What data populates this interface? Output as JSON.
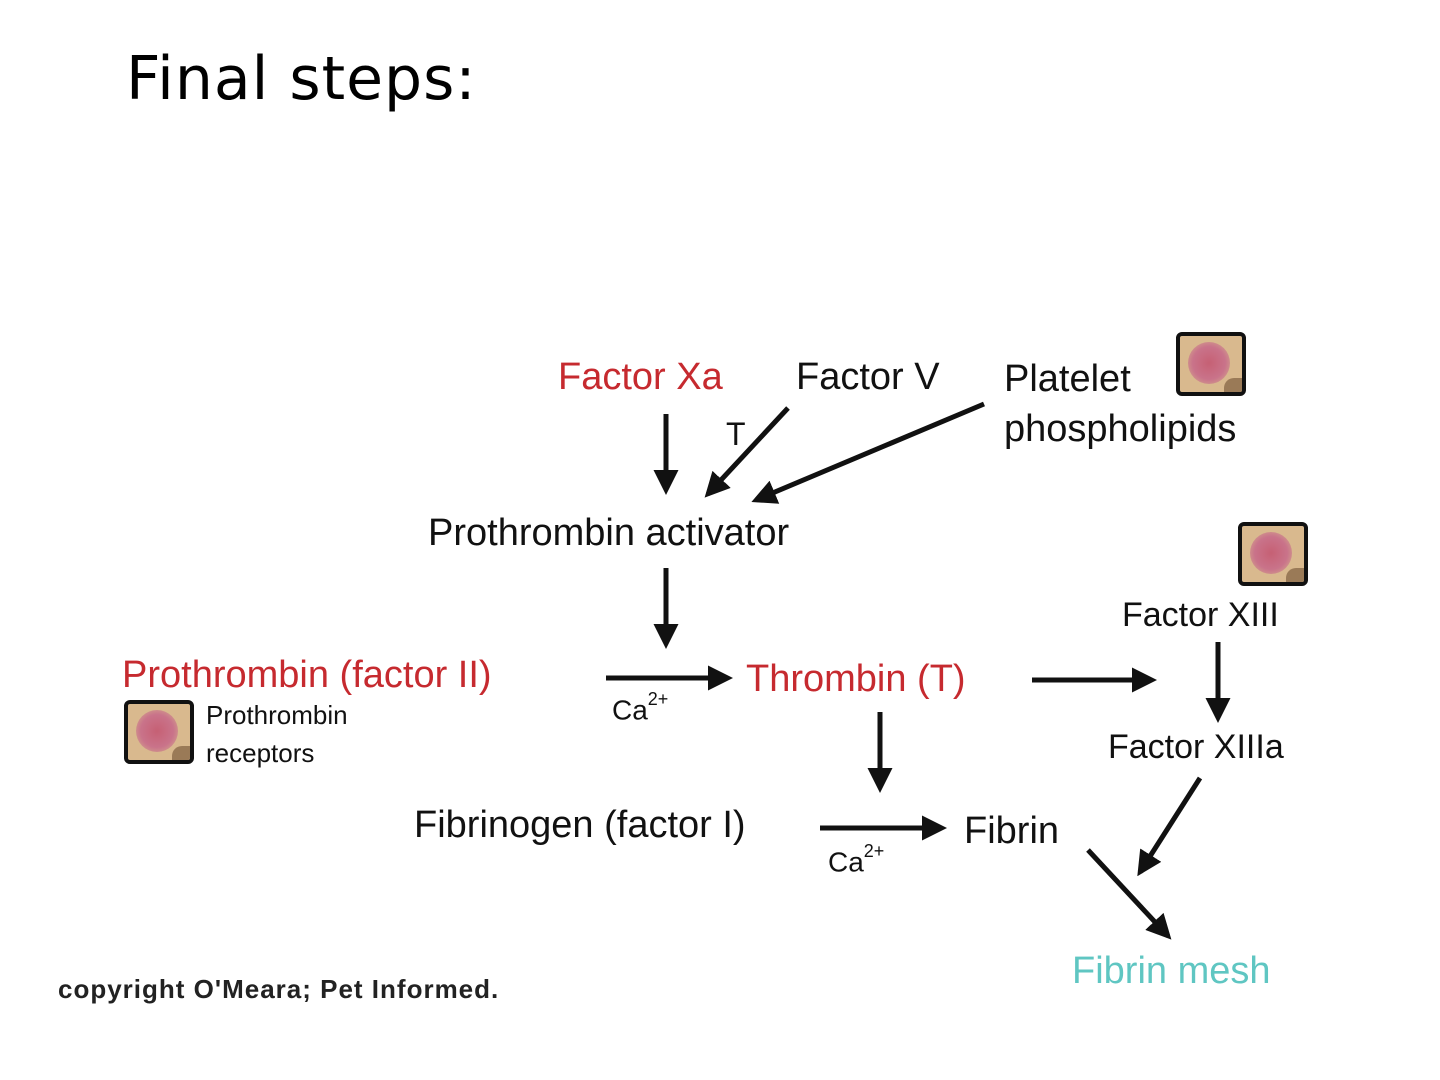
{
  "slide": {
    "title": "Final steps:",
    "copyright": "copyright O'Meara; Pet Informed."
  },
  "diagram": {
    "factor_xa": "Factor Xa",
    "factor_v": "Factor V",
    "t_label": "T",
    "platelet_line1": "Platelet",
    "platelet_line2": "phospholipids",
    "prothrombin_activator": "Prothrombin activator",
    "prothrombin": "Prothrombin (factor II)",
    "prothrombin_receptors_line1": "Prothrombin",
    "prothrombin_receptors_line2": "receptors",
    "ca_base": "Ca",
    "ca_sup": "2+",
    "thrombin": "Thrombin (T)",
    "factor_xiii": "Factor XIII",
    "factor_xiiia": "Factor XIIIa",
    "fibrinogen": "Fibrinogen (factor I)",
    "fibrin": "Fibrin",
    "fibrin_mesh": "Fibrin mesh"
  },
  "colors": {
    "activated_factor": "#c62a2f",
    "text": "#111111",
    "fibrin_mesh": "#5fc6c2",
    "platelet_icon": "#d9b98e"
  },
  "icons": [
    "platelet-icon"
  ]
}
